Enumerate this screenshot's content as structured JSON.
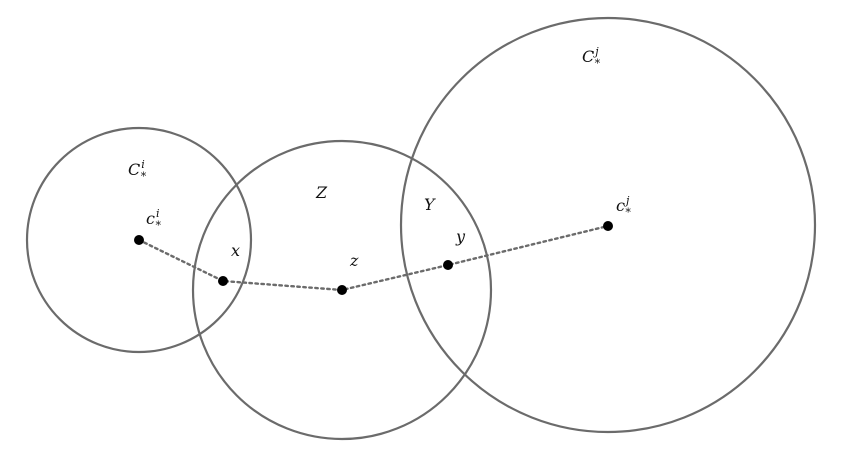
{
  "circles": [
    {
      "id": "Ci",
      "label": {
        "base": "C",
        "sub": "*",
        "sup": "i"
      }
    },
    {
      "id": "Z",
      "label": {
        "base": "Z"
      }
    },
    {
      "id": "Cj",
      "label": {
        "base": "C",
        "sub": "*",
        "sup": "j"
      }
    }
  ],
  "points": [
    {
      "id": "ci",
      "label": {
        "base": "c",
        "sub": "*",
        "sup": "i"
      }
    },
    {
      "id": "x",
      "label": {
        "base": "x"
      }
    },
    {
      "id": "z",
      "label": {
        "base": "z"
      }
    },
    {
      "id": "y",
      "label": {
        "base": "y"
      }
    },
    {
      "id": "cj",
      "label": {
        "base": "c",
        "sub": "*",
        "sup": "j"
      }
    }
  ],
  "region_labels": [
    {
      "id": "Y",
      "label": {
        "base": "Y"
      }
    }
  ],
  "path_order": [
    "ci",
    "x",
    "z",
    "y",
    "cj"
  ]
}
